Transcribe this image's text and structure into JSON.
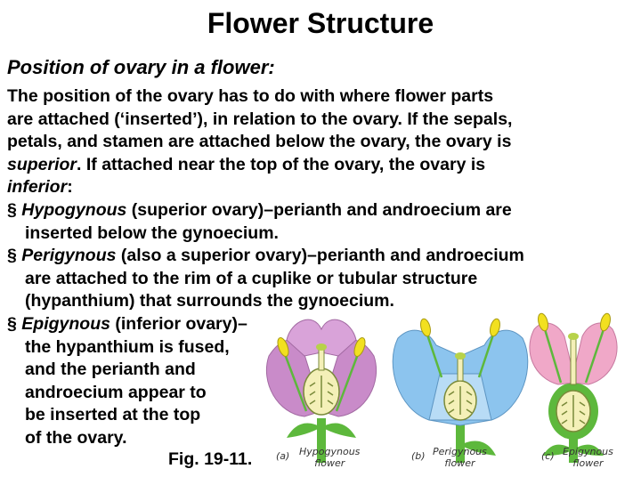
{
  "title": "Flower Structure",
  "subtitle": "Position of ovary in a flower:",
  "intro": {
    "l1": "The position of the ovary has to do with where flower parts",
    "l2": "are attached (‘inserted’), in relation to the ovary. If the sepals,",
    "l3": "petals, and stamen are attached below the ovary, the ovary is",
    "superior_term": "superior",
    "l4_rest": ". If attached near the top of the ovary, the ovary is",
    "inferior_term": "inferior",
    "l5_rest": ":"
  },
  "bullets": {
    "b1_term": "Hypogynous",
    "b1_l1": " (superior ovary)–perianth and androecium are",
    "b1_l2": "inserted below the gynoecium.",
    "b2_term": "Perigynous",
    "b2_l1": " (also a superior ovary)–perianth and androecium",
    "b2_l2": "are attached to the rim of a cuplike or tubular structure",
    "b2_l3": "(hypanthium) that surrounds the gynoecium.",
    "b3_term": "Epigynous",
    "b3_l1": " (inferior ovary)–",
    "b3_l2": "the hypanthium is fused,",
    "b3_l3": "and the perianth and",
    "b3_l4": "androecium appear to",
    "b3_l5": "be inserted at the top",
    "b3_l6": "of the ovary."
  },
  "bullet_symbol": "§",
  "figure_caption": "Fig. 19-11.",
  "figure_labels": {
    "a_letter": "(a)",
    "a_name1": "Hypogynous",
    "a_name2": "flower",
    "b_letter": "(b)",
    "b_name1": "Perigynous",
    "b_name2": "flower",
    "c_letter": "(c)",
    "c_name1": "Epigynous",
    "c_name2": "flower"
  },
  "colors": {
    "petal_purple": "#c98bc9",
    "petal_blue": "#8cc4ee",
    "petal_pink": "#f0a8c8",
    "stem_green": "#5db83c",
    "ovary_cream": "#f4f0b8",
    "anther_yellow": "#f2e020"
  }
}
